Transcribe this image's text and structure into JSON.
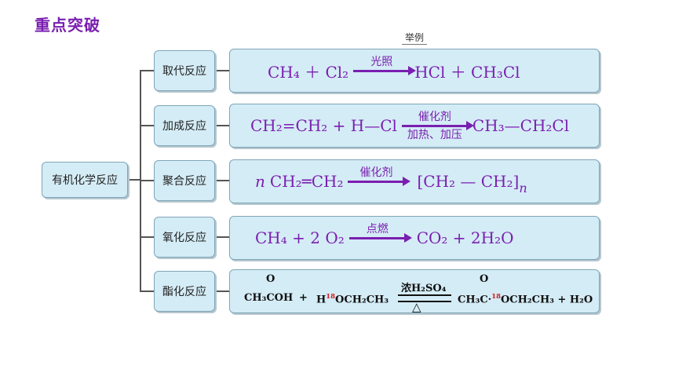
{
  "heading": "重点突破",
  "example_label": "举例",
  "root_label": "有机化学反应",
  "categories": [
    "取代反应",
    "加成反应",
    "聚合反应",
    "氧化反应",
    "酯化反应"
  ],
  "reactions": {
    "substitution": {
      "left": "CH₄ ＋ Cl₂",
      "condition": "光照",
      "right": "HCl ＋ CH₃Cl"
    },
    "addition": {
      "left": "CH₂=CH₂ + H—Cl",
      "condition_top": "催化剂",
      "condition_bottom": "加热、加压",
      "right": "CH₃—CH₂Cl"
    },
    "polymerization": {
      "n": "n",
      "left": "CH₂═CH₂",
      "condition": "催化剂",
      "right": "[CH₂ — CH₂]",
      "n2": "n"
    },
    "oxidation": {
      "left": "CH₄ + 2 O₂",
      "condition": "点燃",
      "right": "CO₂ + 2H₂O"
    },
    "esterification": {
      "acid": "CH₃COH",
      "plus1": "+",
      "alcohol_h": "H",
      "isotope": "18",
      "alcohol_rest": "OCH₂CH₃",
      "condition_top": "浓H₂SO₄",
      "condition_bottom": "△",
      "ester_left": "CH₃C·",
      "ester_rest": "OCH₂CH₃ + H₂O",
      "carbonyl_o": "O"
    }
  }
}
